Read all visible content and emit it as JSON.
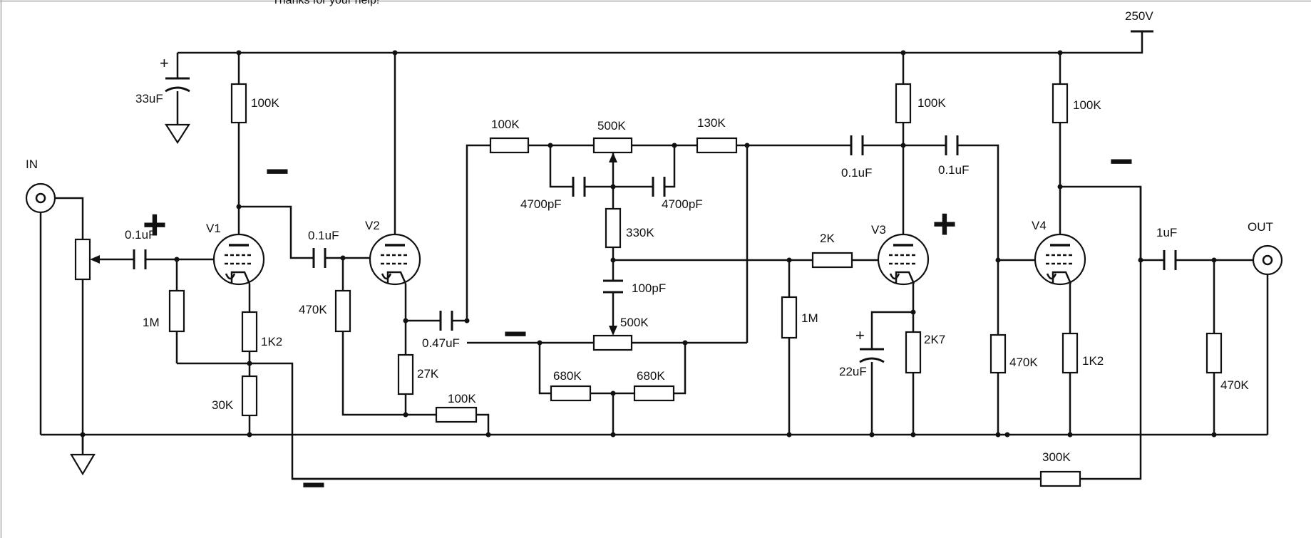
{
  "top_text": "Thanks for your help!",
  "supply": "250V",
  "io": {
    "input": "IN",
    "output": "OUT"
  },
  "tubes": [
    {
      "id": "v1",
      "label": "V1"
    },
    {
      "id": "v2",
      "label": "V2"
    },
    {
      "id": "v3",
      "label": "V3"
    },
    {
      "id": "v4",
      "label": "V4"
    }
  ],
  "resistors": [
    {
      "id": "r-v1-plate",
      "label": "100K"
    },
    {
      "id": "r-v1-grid",
      "label": "1M"
    },
    {
      "id": "r-v1-cathode",
      "label": "1K2"
    },
    {
      "id": "r-v1-30k",
      "label": "30K"
    },
    {
      "id": "r-v2-grid",
      "label": "470K"
    },
    {
      "id": "r-v2-cathode",
      "label": "27K"
    },
    {
      "id": "r-feedback-100k",
      "label": "100K"
    },
    {
      "id": "r-tone-100k",
      "label": "100K"
    },
    {
      "id": "r-tone-130k",
      "label": "130K"
    },
    {
      "id": "r-tone-330k",
      "label": "330K"
    },
    {
      "id": "r-tone-680k-left",
      "label": "680K"
    },
    {
      "id": "r-tone-680k-right",
      "label": "680K"
    },
    {
      "id": "r-v3-grid-1m",
      "label": "1M"
    },
    {
      "id": "r-v3-grid-stop",
      "label": "2K"
    },
    {
      "id": "r-v3-plate",
      "label": "100K"
    },
    {
      "id": "r-v3-cathode",
      "label": "2K7"
    },
    {
      "id": "r-v4-grid",
      "label": "470K"
    },
    {
      "id": "r-v4-plate",
      "label": "100K"
    },
    {
      "id": "r-v4-cathode",
      "label": "1K2"
    },
    {
      "id": "r-out",
      "label": "470K"
    },
    {
      "id": "r-feedback-300k",
      "label": "300K"
    }
  ],
  "pots": [
    {
      "id": "pot-treble",
      "label": "500K"
    },
    {
      "id": "pot-bass",
      "label": "500K"
    }
  ],
  "capacitors": [
    {
      "id": "c-supply",
      "label": "33uF"
    },
    {
      "id": "c-in",
      "label": "0.1uF"
    },
    {
      "id": "c-v1-v2",
      "label": "0.1uF"
    },
    {
      "id": "c-v2-out",
      "label": "0.47uF"
    },
    {
      "id": "c-tone-left",
      "label": "4700pF"
    },
    {
      "id": "c-tone-right",
      "label": "4700pF"
    },
    {
      "id": "c-tone-100pf",
      "label": "100pF"
    },
    {
      "id": "c-tone-out",
      "label": "0.1uF"
    },
    {
      "id": "c-v3-out",
      "label": "0.1uF"
    },
    {
      "id": "c-v3-cathode",
      "label": "22uF"
    },
    {
      "id": "c-out",
      "label": "1uF"
    }
  ],
  "polarity_marks": {
    "plus": "+",
    "minus": "−"
  }
}
